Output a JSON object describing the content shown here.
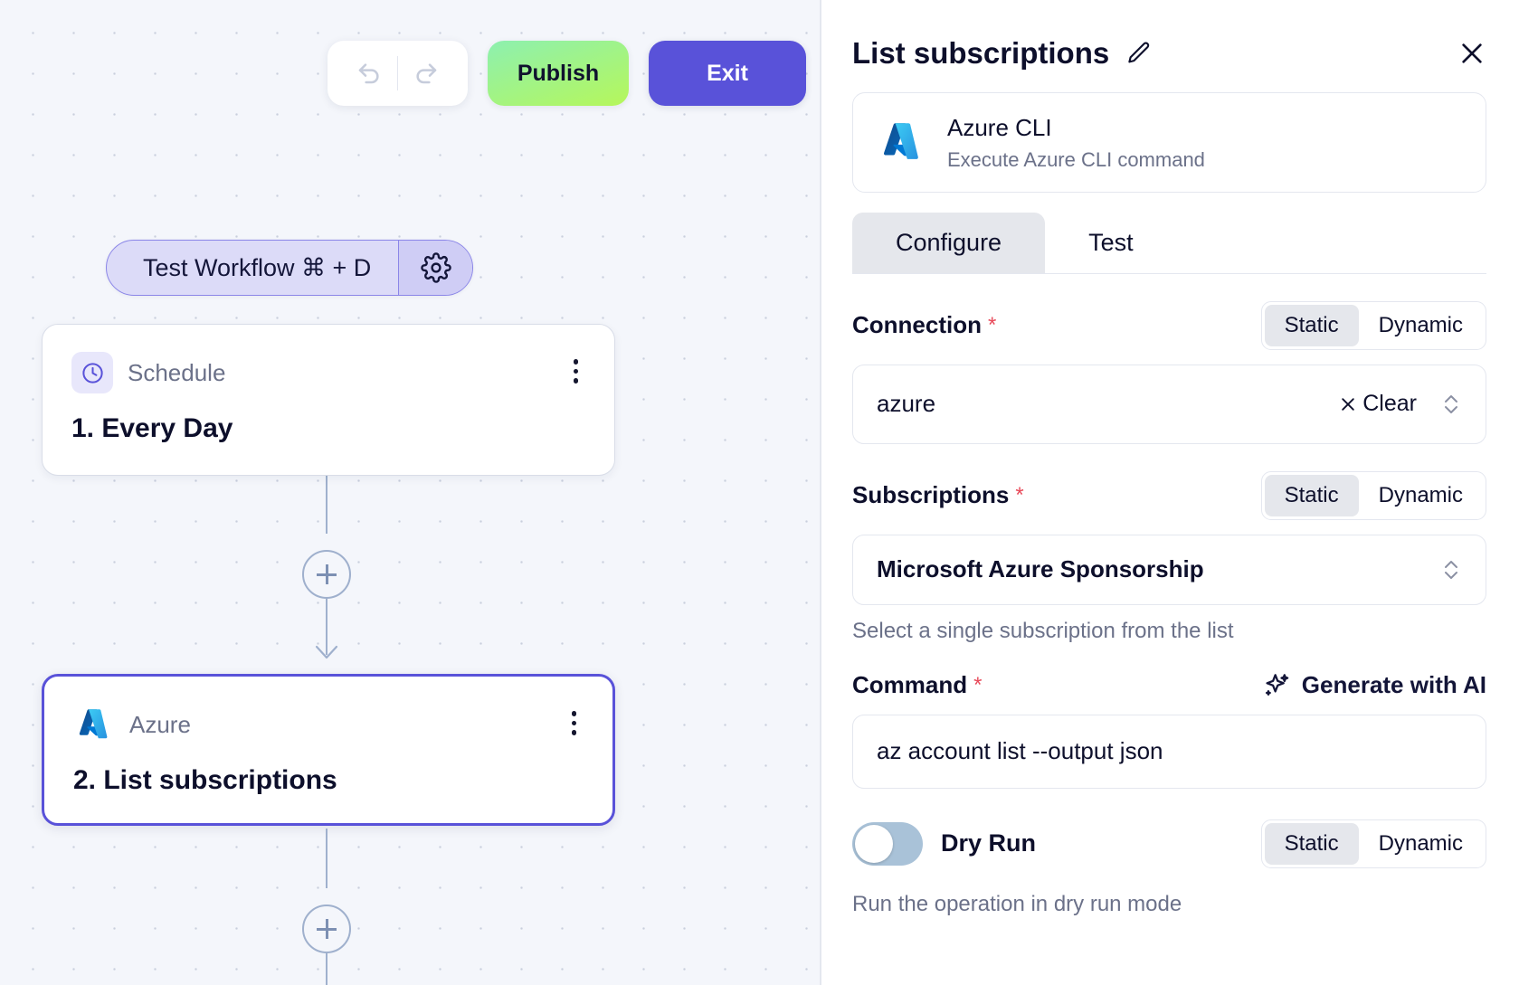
{
  "toolbar": {
    "undo_icon": "undo-icon",
    "redo_icon": "redo-icon",
    "publish_label": "Publish",
    "exit_label": "Exit"
  },
  "canvas": {
    "test_workflow": {
      "label": "Test Workflow ⌘ + D",
      "gear_icon": "gear-icon"
    },
    "nodes": [
      {
        "kind": "Schedule",
        "title": "1. Every Day",
        "icon": "clock-icon"
      },
      {
        "kind": "Azure",
        "title": "2. List subscriptions",
        "icon": "azure-logo-icon"
      }
    ],
    "add_button_label": "+"
  },
  "panel": {
    "title": "List subscriptions",
    "edit_icon": "pencil-icon",
    "close_icon": "close-icon",
    "integration": {
      "name": "Azure CLI",
      "description": "Execute Azure CLI command",
      "icon": "azure-logo-icon"
    },
    "tabs": [
      {
        "label": "Configure",
        "active": true
      },
      {
        "label": "Test",
        "active": false
      }
    ],
    "fields": {
      "connection": {
        "label": "Connection",
        "required_marker": "*",
        "mode_static": "Static",
        "mode_dynamic": "Dynamic",
        "value": "azure",
        "clear_label": "Clear",
        "clear_icon": "close-small-icon",
        "stepper_icon": "chevron-up-down-icon"
      },
      "subscriptions": {
        "label": "Subscriptions",
        "required_marker": "*",
        "mode_static": "Static",
        "mode_dynamic": "Dynamic",
        "value": "Microsoft Azure Sponsorship",
        "help": "Select a single subscription from the list",
        "stepper_icon": "chevron-up-down-icon"
      },
      "command": {
        "label": "Command",
        "required_marker": "*",
        "generate_label": "Generate with AI",
        "generate_icon": "sparkle-icon",
        "value": "az account list --output json"
      },
      "dry_run": {
        "label": "Dry Run",
        "enabled": false,
        "mode_static": "Static",
        "mode_dynamic": "Dynamic",
        "help": "Run the operation in dry run mode"
      }
    }
  },
  "colors": {
    "accent": "#5952d9",
    "publish_green": "#b6f75a",
    "required_red": "#e84a5a",
    "canvas_bg": "#f4f6fb",
    "azure_blue": "#0f80cc"
  }
}
